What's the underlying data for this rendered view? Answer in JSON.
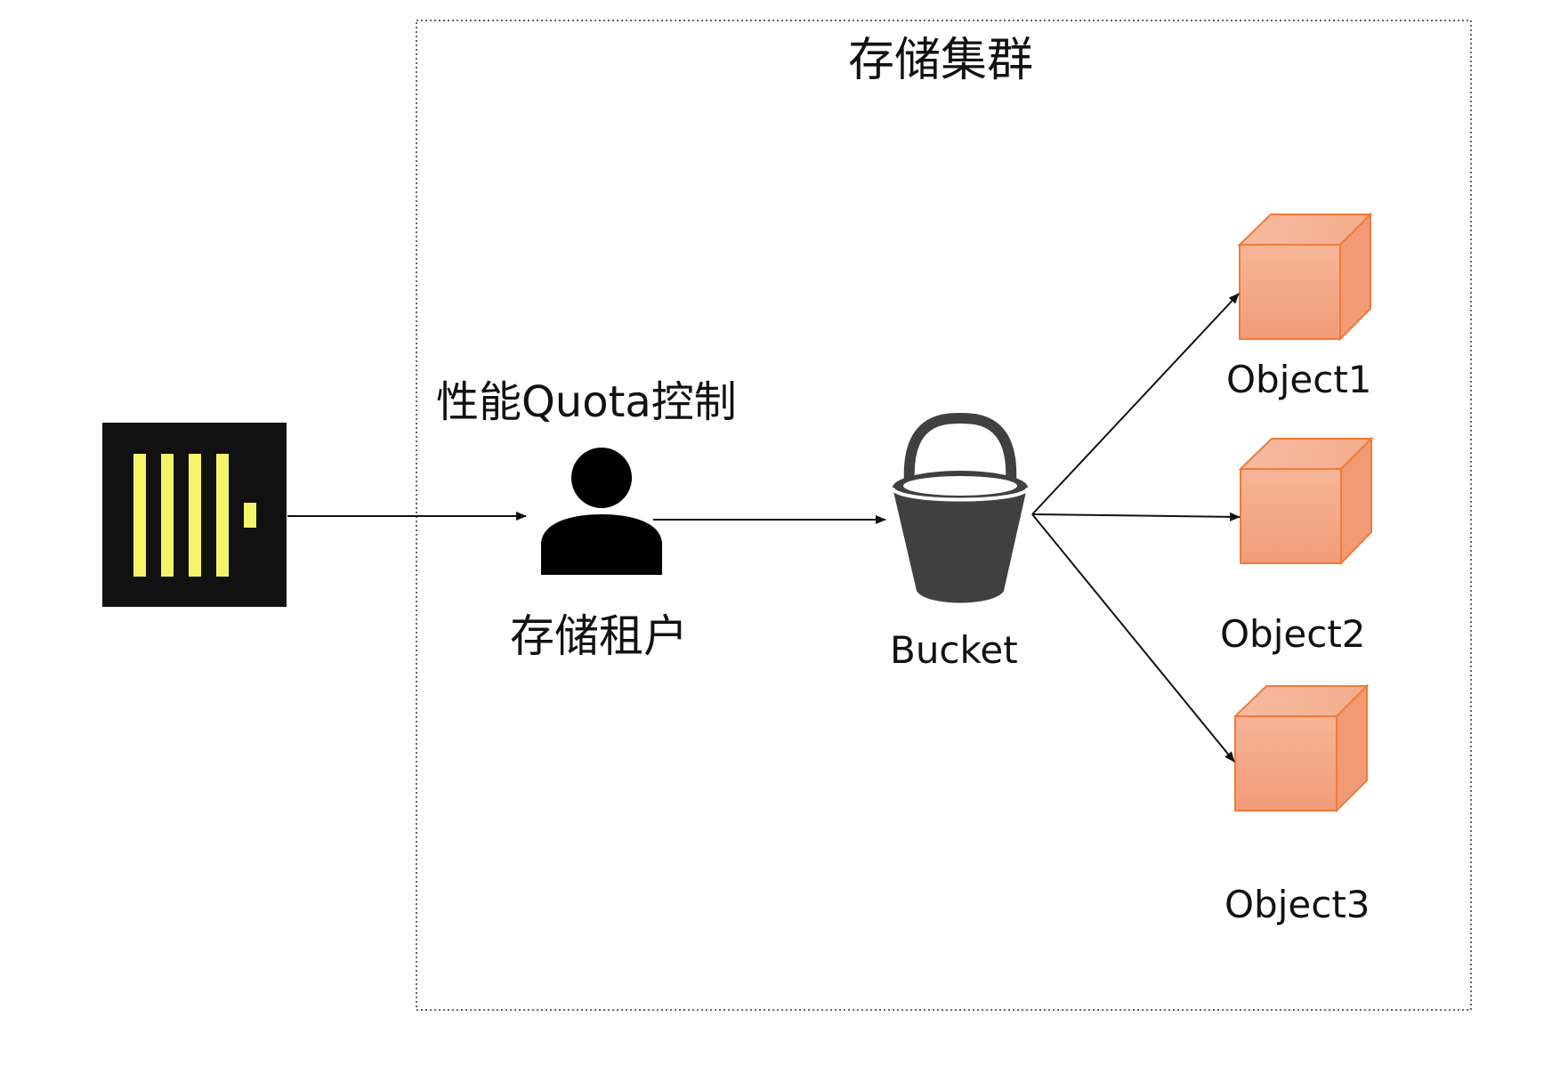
{
  "cluster": {
    "title": "存储集群"
  },
  "quota": {
    "label": "性能Quota控制"
  },
  "tenant": {
    "label": "存储租户"
  },
  "bucket": {
    "label": "Bucket"
  },
  "objects": [
    {
      "label": "Object1"
    },
    {
      "label": "Object2"
    },
    {
      "label": "Object3"
    }
  ],
  "colors": {
    "app_icon_bg": "#111111",
    "app_icon_bars": "#f4f46a",
    "cube_face": "#f4a580",
    "cube_stroke": "#f07a3a",
    "bucket": "#404040",
    "arrow": "#111111"
  },
  "icons": [
    "app-logo-icon",
    "user-icon",
    "bucket-icon",
    "cube-icon"
  ]
}
